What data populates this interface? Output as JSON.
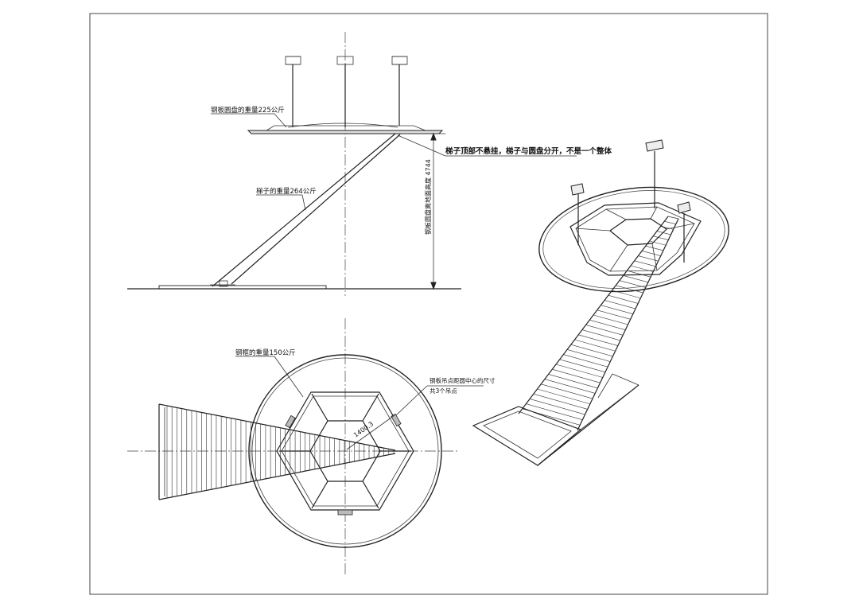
{
  "drawing": {
    "side_view": {
      "disc_weight_label": "钢板圆盘的重量225公斤",
      "ladder_weight_label": "梯子的重量264公斤",
      "height_label": "钢板圆盘离地面高度 4744",
      "note_label": "梯子顶部不悬挂，梯子与圆盘分开，不是一个整体"
    },
    "plan_view": {
      "frame_weight_label": "钢框的重量150公斤",
      "hanger_note_line1": "钢板吊点距圆中心的尺寸",
      "hanger_note_line2": "共3个吊点",
      "radius_dim_label": "1400.3"
    }
  }
}
